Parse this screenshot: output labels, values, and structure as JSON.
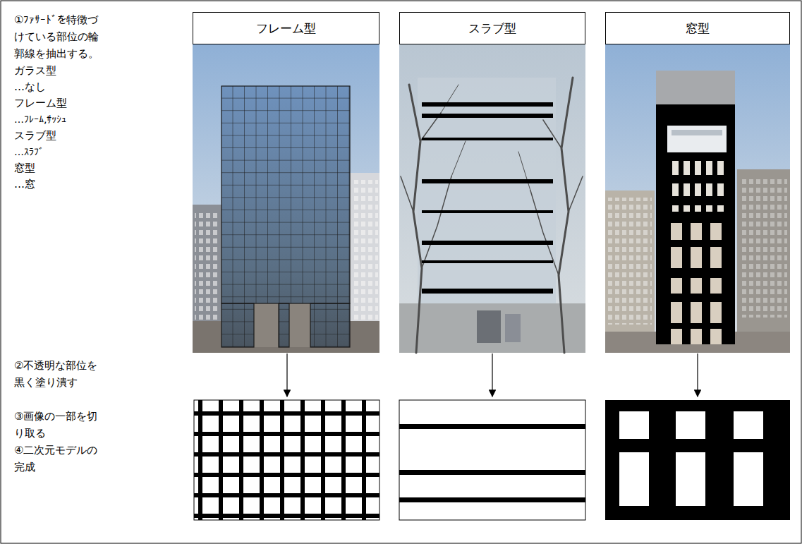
{
  "diagram": {
    "nodes": [
      {
        "text": [
          "フレーム型"
        ]
      },
      {
        "text": [
          "スラブ型"
        ]
      },
      {
        "text": [
          "窓型"
        ]
      }
    ],
    "labels": [
      "①ﾌｧｻｰﾄﾞを特徴づ けている部位の輪 郭線を抽出する。",
      "ガラス型",
      "…なし",
      "フレーム型",
      "…ﾌﾚｰﾑ,ｻｯｼｭ",
      "スラブ型",
      "…ｽﾗﾌﾞ",
      "窓型",
      "…窓",
      "②不透明な部位を 黒く塗り潰す",
      "③画像の一部を切 り取る",
      "④二次元モデルの 完成"
    ]
  }
}
